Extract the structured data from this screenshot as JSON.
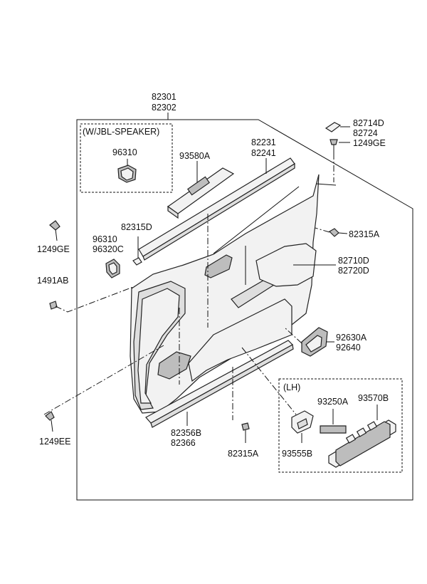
{
  "labels": {
    "main_assembly_1": "82301",
    "main_assembly_2": "82302",
    "jbl_speaker_note": "(W/JBL-SPEAKER)",
    "speaker_part": "96310",
    "switch_bezel": "93580A",
    "weatherstrip_1": "82231",
    "weatherstrip_2": "82241",
    "clip_top_1": "82714D",
    "clip_top_2": "82724",
    "screw_top_right": "1249GE",
    "screw_left_top": "1249GE",
    "clip_823150": "82315D",
    "tweeter_1": "96310",
    "tweeter_2": "96320C",
    "fastener_right": "82315A",
    "clip_left": "1491AB",
    "armrest_1": "82710D",
    "armrest_2": "82720D",
    "switch_right_1": "92630A",
    "switch_right_2": "92640",
    "lh_note": "(LH)",
    "lh_switch_small": "93250A",
    "lh_switch_main": "93570B",
    "screw_bottom_left": "1249EE",
    "garnish_1": "82356B",
    "garnish_2": "82366",
    "fastener_bottom": "82315A",
    "lh_bracket": "93555B"
  }
}
